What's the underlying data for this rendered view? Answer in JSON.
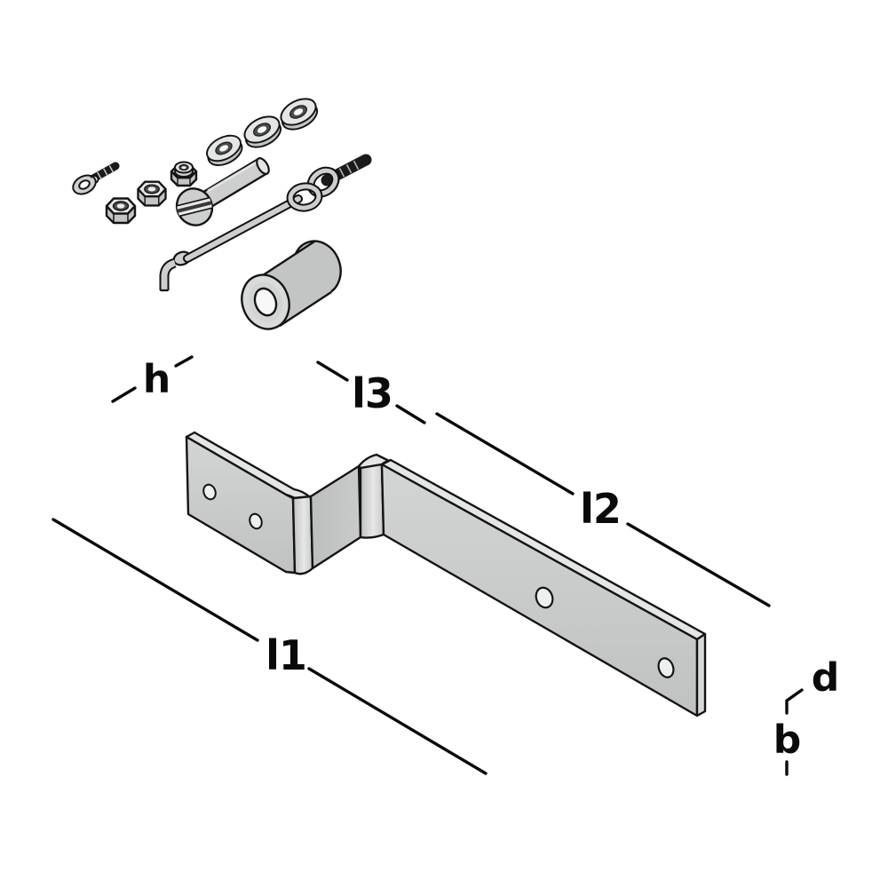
{
  "page": {
    "background": "#ffffff"
  },
  "labels": {
    "h": "h",
    "l1": "l1",
    "l2": "l2",
    "l3": "l3",
    "b": "b",
    "d": "d"
  },
  "colors": {
    "outline": "#141414",
    "line": "#0a0a0a",
    "metal_light": "#e4e6e5",
    "metal_face": "#cdcfce",
    "metal_mid": "#c3c5c4",
    "metal_dark": "#b4b6b5",
    "metal_end": "#d7d9d8",
    "hole_fill": "#eef0ef",
    "hole_ring": "#4c4e4d",
    "thread_black": "#1a1a1a",
    "slot_dark": "#383838"
  },
  "parts": [
    "eye-screw",
    "hex-nut-1",
    "hex-nut-2",
    "lock-nut",
    "washer-1",
    "washer-2",
    "washer-3",
    "slotted-clevis-pin",
    "stay-rod-with-hook",
    "chain-links",
    "threaded-rod",
    "roller-spacer",
    "z-shaped-bracket"
  ]
}
